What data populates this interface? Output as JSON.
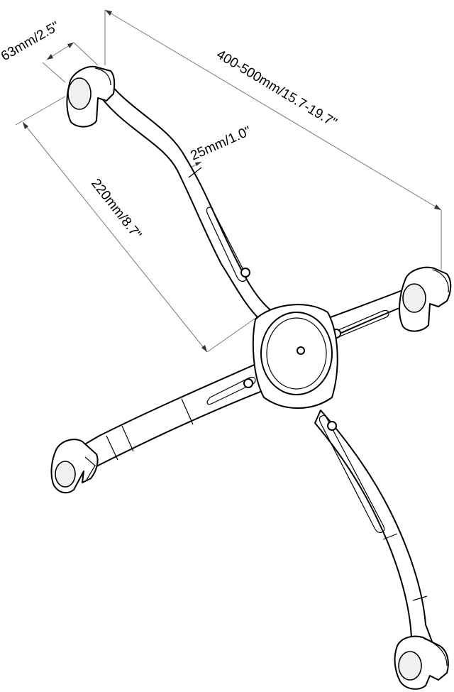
{
  "dimensions": {
    "foot_width": "63mm/2.5\"",
    "arm_width": "25mm/1.0\"",
    "arm_length": "220mm/8.7\"",
    "span": "400-500mm/15.7-19.7\""
  }
}
